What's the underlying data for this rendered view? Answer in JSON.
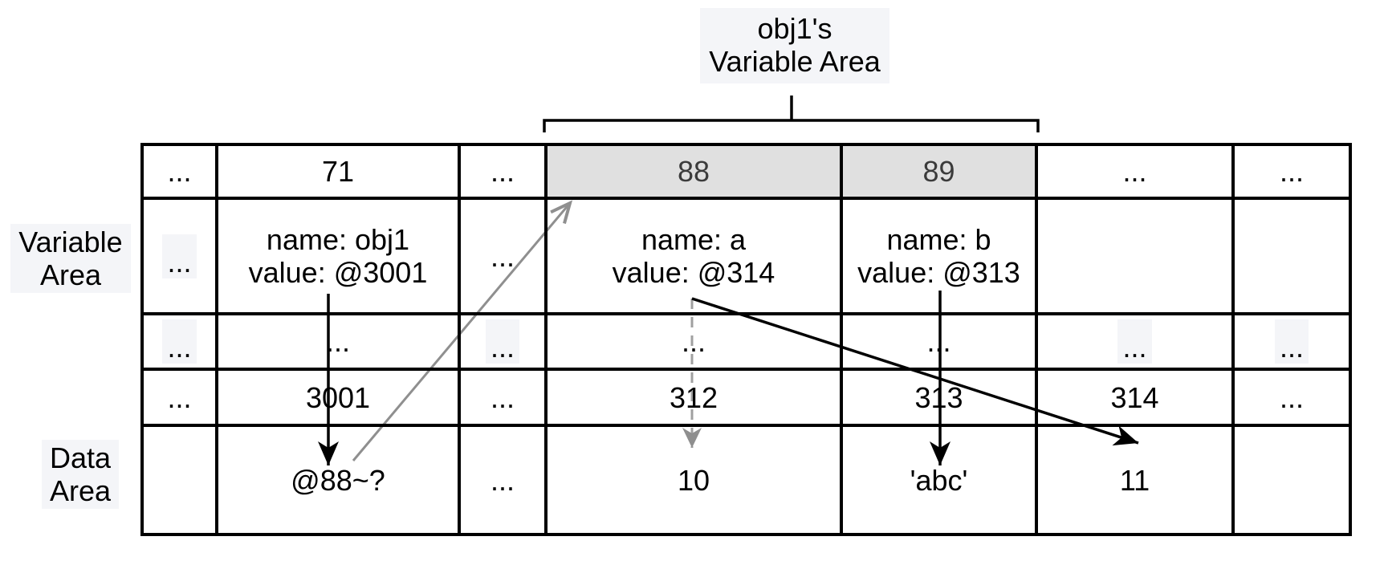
{
  "header_label": {
    "line1": "obj1's",
    "line2": "Variable Area"
  },
  "side_labels": {
    "variable_area": {
      "line1": "Variable",
      "line2": "Area"
    },
    "data_area": {
      "line1": "Data",
      "line2": "Area"
    }
  },
  "table": {
    "rows": [
      {
        "name": "address-row",
        "cells": [
          "...",
          "71",
          "...",
          "88",
          "89",
          "...",
          "..."
        ]
      },
      {
        "name": "variable-row",
        "cells": [
          "...",
          "name: obj1\nvalue: @3001",
          "...",
          "name: a\nvalue: @314",
          "name: b\nvalue: @313",
          "",
          ""
        ]
      },
      {
        "name": "ellipsis-row",
        "cells": [
          "...",
          "...",
          "...",
          "...",
          "...",
          "...",
          "..."
        ]
      },
      {
        "name": "data-address-row",
        "cells": [
          "...",
          "3001",
          "...",
          "312",
          "313",
          "314",
          "..."
        ]
      },
      {
        "name": "data-value-row",
        "cells": [
          "",
          "@88~?",
          "...",
          "10",
          "'abc'",
          "11",
          ""
        ]
      }
    ],
    "highlighted_header_cells": [
      "88",
      "89"
    ]
  },
  "brace": {
    "label": "obj1's Variable Area",
    "spans_cells": [
      "88",
      "89"
    ]
  },
  "arrows": [
    {
      "id": "obj1-value-to-data-3001",
      "style": "solid",
      "color": "#000000",
      "from": "value: @3001",
      "to": "@88~?"
    },
    {
      "id": "data-3001-to-address-88",
      "style": "solid",
      "color": "#8f8f8f",
      "from": "@88~?",
      "to": "88"
    },
    {
      "id": "a-old-value-to-data-312",
      "style": "dashed",
      "color": "#a0a0a0",
      "from": "value: @314",
      "to": "10"
    },
    {
      "id": "a-value-to-data-314",
      "style": "solid",
      "color": "#000000",
      "from": "value: @314",
      "to": "11"
    },
    {
      "id": "b-value-to-data-313",
      "style": "solid",
      "color": "#000000",
      "from": "value: @313",
      "to": "'abc'"
    }
  ],
  "colors": {
    "header_cell_bg": "#e0e0e0",
    "header_cell_text": "#3b3b3b",
    "label_bg": "#f4f5f8",
    "black_arrow": "#000000",
    "gray_arrow": "#8f8f8f",
    "dashed_arrow": "#a0a0a0"
  }
}
